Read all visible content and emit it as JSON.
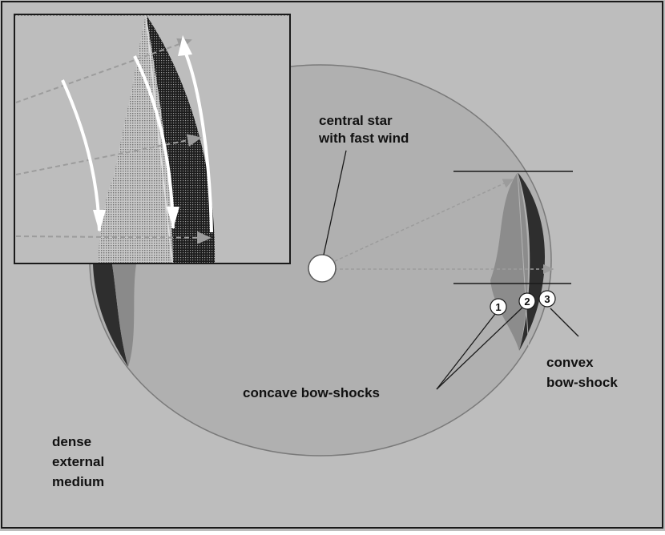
{
  "labels": {
    "central_star_line1": "central star",
    "central_star_line2": "with fast wind",
    "convex_line1": "convex",
    "convex_line2": "bow-shock",
    "concave": "concave bow-shocks",
    "medium_line1": "dense",
    "medium_line2": "external",
    "medium_line3": "medium"
  },
  "markers": [
    "1",
    "2",
    "3"
  ],
  "colors": {
    "background": "#bdbdbd",
    "bubble": "#b0b0b0",
    "shell_dark": "#2e2e2e",
    "shell_mid": "#8a8a8a",
    "frame": "#1a1a1a",
    "arrow_white": "#ffffff"
  }
}
